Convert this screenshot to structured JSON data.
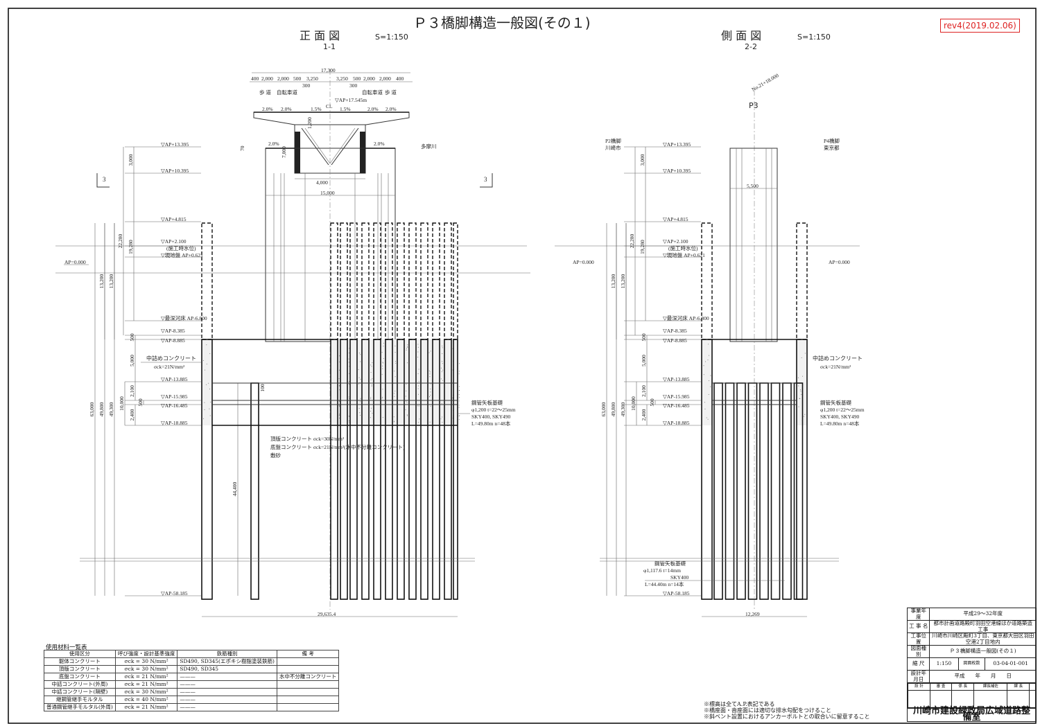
{
  "title": "Ｐ３橋脚構造一般図(その１)",
  "revision": "rev4(2019.02.06)",
  "front_view": {
    "title": "正 面 図",
    "section": "1-1",
    "scale": "S=1:150",
    "deck": {
      "total_width": "17,300",
      "dims": [
        "400",
        "2,000",
        "2,000",
        "500",
        "3,250",
        "3,250",
        "500",
        "2,000",
        "2,000",
        "400"
      ],
      "sub_dim": "300",
      "sidewalk": "歩 道",
      "bikeway": "自転車道",
      "centerline": "CL",
      "road_level": "▽AP+17.545m",
      "slopes": [
        "2.0%",
        "2.0%",
        "1.5%",
        "1.5%",
        "2.0%",
        "2.0%"
      ],
      "cap_slopes": [
        "2.0%",
        "2.0%"
      ],
      "depth": "1,200",
      "height": "7,000",
      "inner_width": "4,000",
      "cap_width": "15,000",
      "offset": "70"
    },
    "river_label": "多摩川",
    "section_mark": "3",
    "ap_zero": "AP=0.000",
    "levels": [
      "▽AP+13.395",
      "▽AP+10.395",
      "▽AP+4.815",
      "▽AP+2.100",
      "(施工時水位)",
      "▽現地盤 AP+0.621",
      "▽最深河床 AP-6.800",
      "▽AP-8.385",
      "▽AP-8.885",
      "▽AP-13.885",
      "▽AP-15.985",
      "▽AP-16.485",
      "▽AP-18.885",
      "▽AP-58.185"
    ],
    "vertical_dims": [
      "63,000",
      "49,800",
      "49,300",
      "13,200",
      "13,200",
      "22,280",
      "19,280",
      "3,000",
      "500",
      "5,000",
      "10,000",
      "2,100",
      "500",
      "2,400",
      "44,400",
      "100"
    ],
    "fill_concrete": "中詰めコンクリート",
    "fill_strength": "σck=21N/mm²",
    "top_slab": "頂版コンクリート σck=30N/mm²",
    "bottom_slab": "底盤コンクリート σck=21N/mm²(水中不分離コンクリート)",
    "sand": "敷砂",
    "pile_spec": [
      "鋼管矢板基礎",
      "φ1,200 t=22～25mm",
      "SKY400, SKY490",
      "L=49.80m n=48本"
    ],
    "bottom_width": "29,635.4"
  },
  "side_view": {
    "title": "側 面 図",
    "section": "2-2",
    "scale": "S=1:150",
    "station": "No.21+18.000",
    "pier": "P3",
    "p2": [
      "P2橋脚",
      "川崎市"
    ],
    "p4": [
      "P4橋脚",
      "東京都"
    ],
    "column_width": "5,500",
    "ap_zero": "AP=0.000",
    "pile_spec": [
      "鋼管矢板基礎",
      "φ1,200 t=22～25mm",
      "SKY400, SKY490",
      "L=49.80m n=48本"
    ],
    "inner_pile_spec": [
      "鋼管矢板基礎",
      "φ1,117.6 t=14mm",
      "SKY400",
      "L=44.40m n=14本"
    ],
    "bottom_width": "12,269"
  },
  "materials_table": {
    "title": "使用材料一覧表",
    "headers": [
      "使用区分",
      "呼び強度・設計基準強度",
      "鉄筋種別",
      "備 考"
    ],
    "rows": [
      [
        "躯体コンクリート",
        "σck = 30 N/mm²",
        "SD490, SD345(エポキシ樹脂塗装鉄筋)",
        ""
      ],
      [
        "頂版コンクリート",
        "σck = 30 N/mm²",
        "SD490, SD345",
        ""
      ],
      [
        "底盤コンクリート",
        "σck = 21 N/mm²",
        "———",
        "水中不分離コンクリート"
      ],
      [
        "中詰コンクリート(外周)",
        "σck = 21 N/mm²",
        "———",
        ""
      ],
      [
        "中詰コンクリート(隔壁)",
        "σck = 30 N/mm²",
        "———",
        ""
      ],
      [
        "継鋼管継手モルタル",
        "σck = 40 N/mm²",
        "———",
        ""
      ],
      [
        "普通鋼管継手モルタル(外周)",
        "σck = 21 N/mm²",
        "———",
        ""
      ]
    ]
  },
  "title_block": {
    "year_label": "事業年度",
    "year": "平成29～32年度",
    "project_label": "工 事 名",
    "project": "都市計画道路殿町羽田空港線ほか道路築造工事",
    "location_label": "工事位置",
    "location": "川崎市川崎区殿町3丁目、東京都大田区羽田空港2丁目地内",
    "drawing_label": "図面種別",
    "drawing": "Ｐ３橋脚構造一般図(その１)",
    "scale_label": "縮 尺",
    "scale": "1:150",
    "sheet_label": "図面枚数",
    "sheet": "03-04-01-001",
    "date_label": "設計年月日",
    "date": "平成　　年　　月　　日",
    "sign_headers": [
      "設 計",
      "審 査",
      "係 長",
      "課長補佐",
      "課 長",
      ""
    ],
    "office": "川崎市建設緑政局広域道路整備室"
  },
  "notes": [
    "※標高は全てA.P.表記である",
    "※橋座面・沓座面には適切な排水勾配をつけること",
    "※斜ベント設置におけるアンカーボルトとの取合いに留意すること"
  ]
}
